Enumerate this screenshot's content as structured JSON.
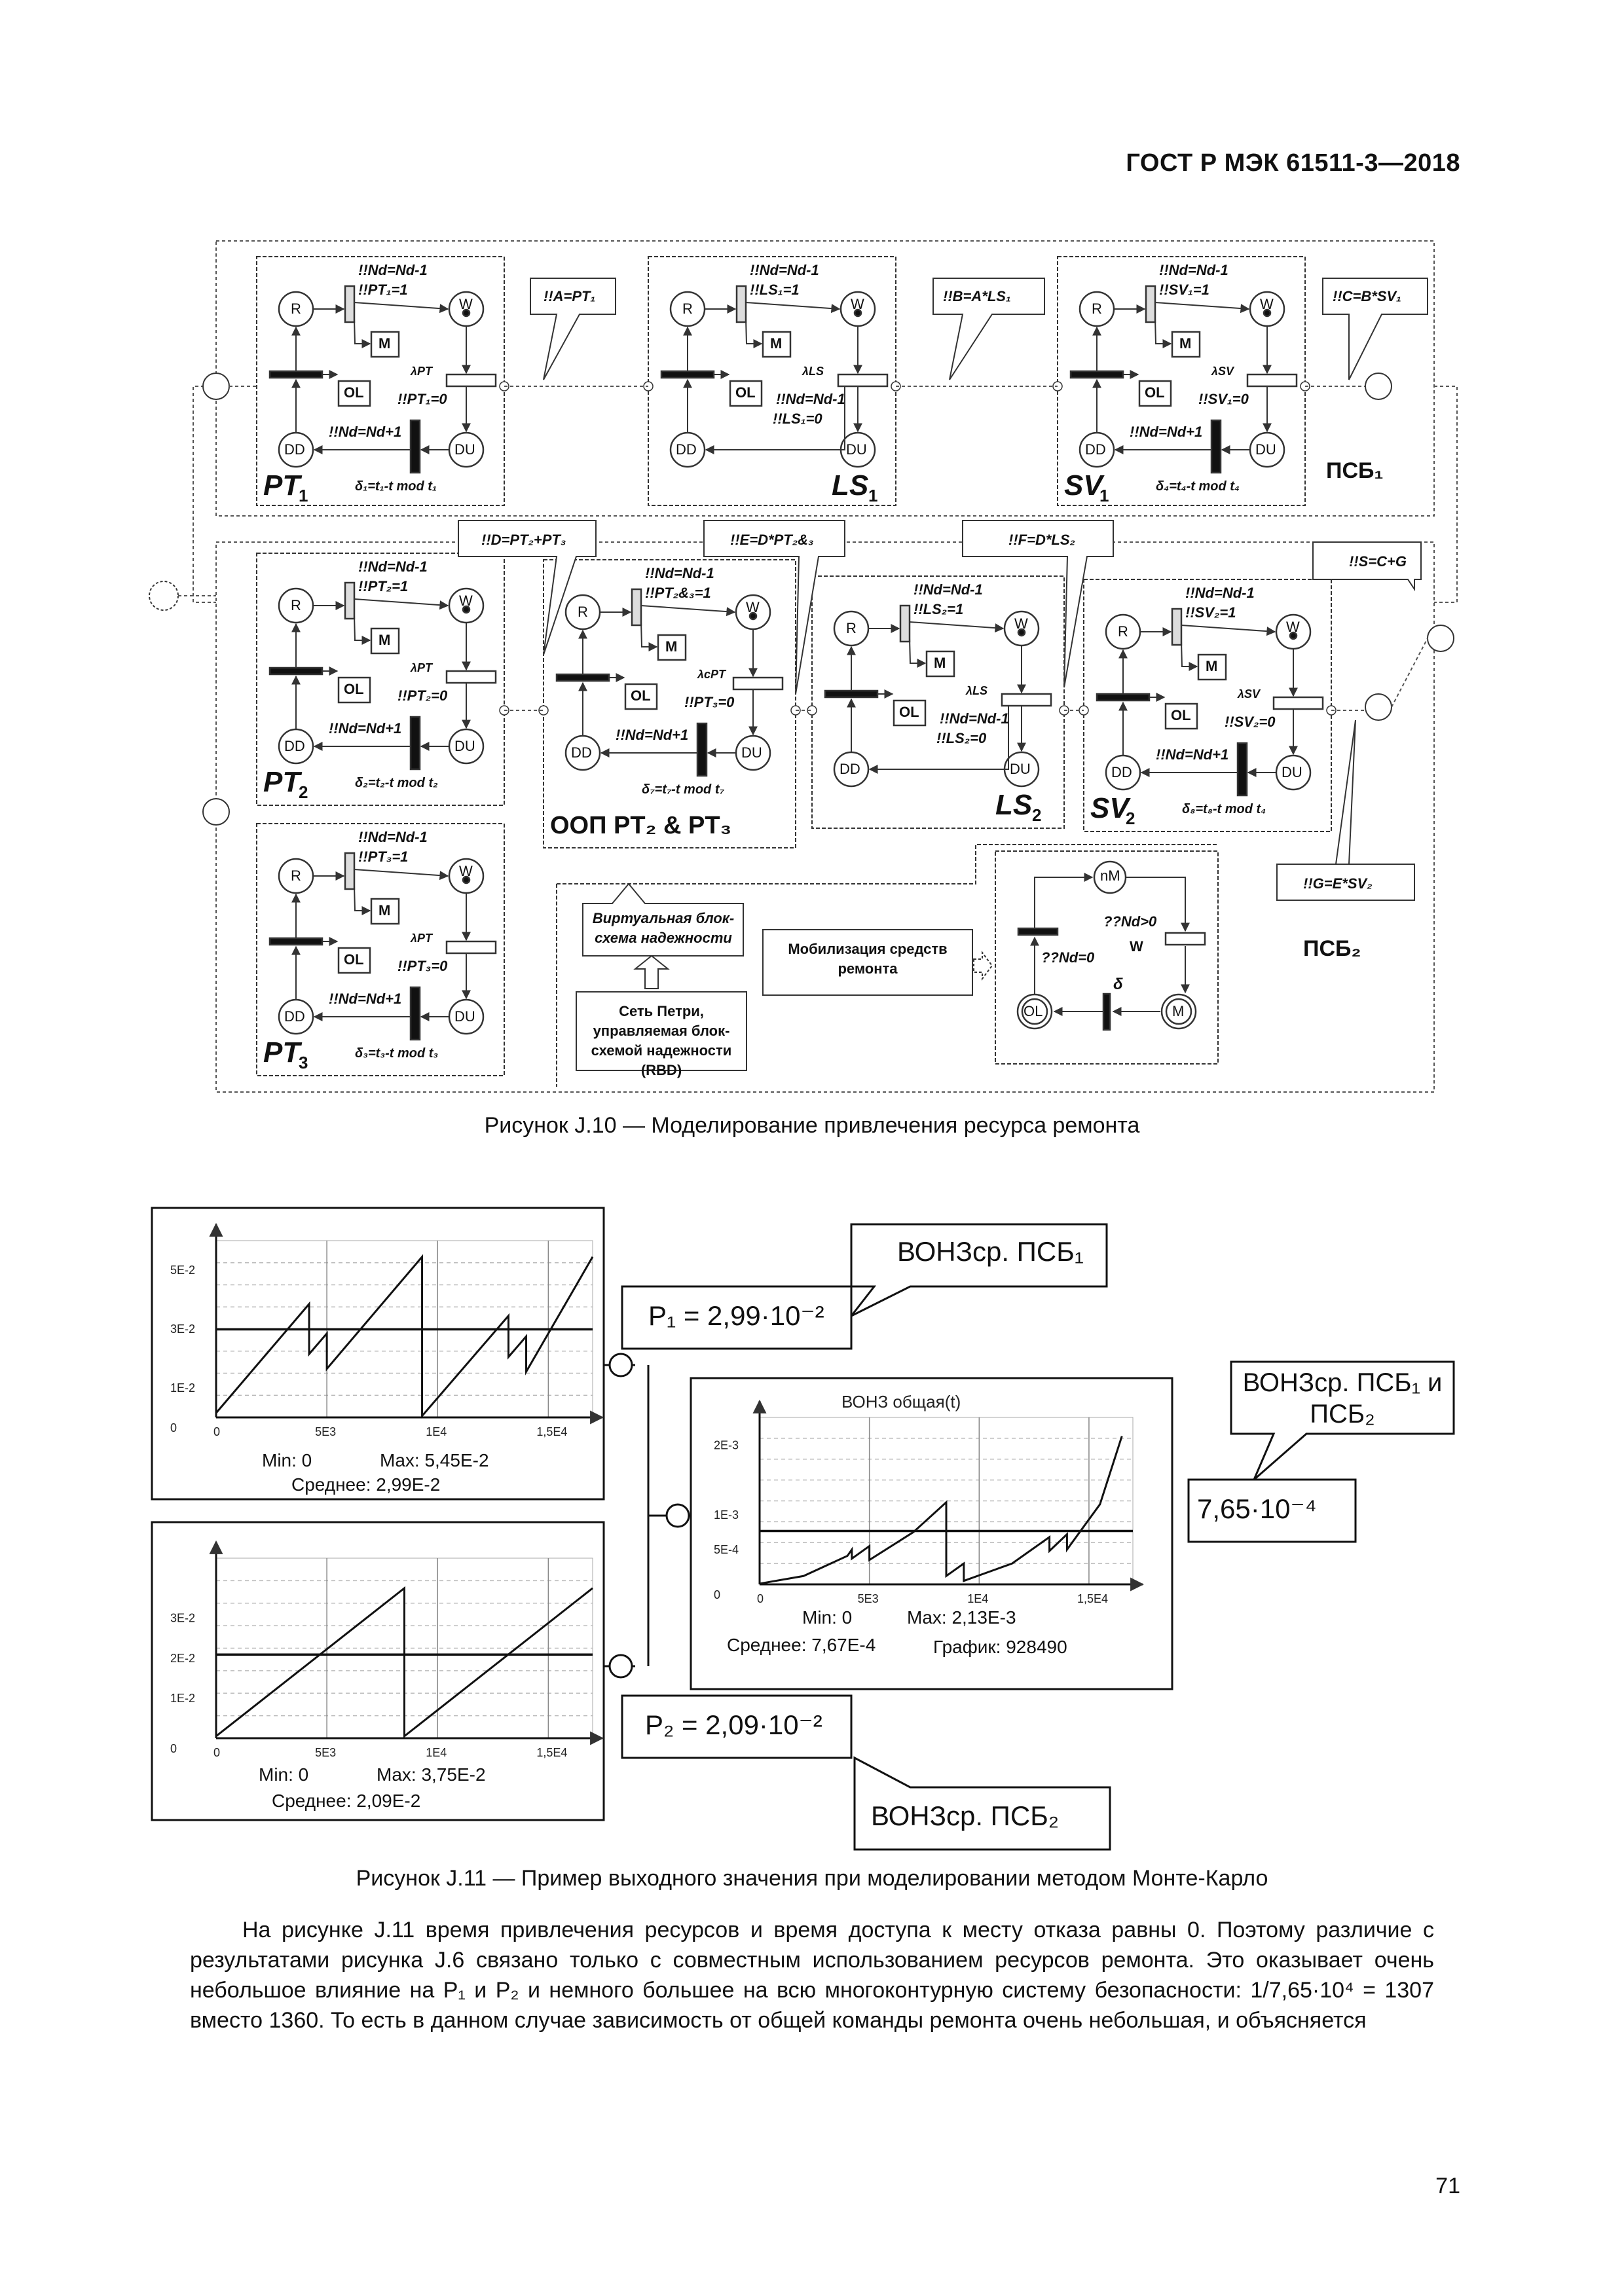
{
  "header": {
    "standard_code": "ГОСТ Р МЭК 61511-3—2018"
  },
  "figure_j10": {
    "caption": "Рисунок J.10 — Моделирование привлечения ресурса ремонта",
    "block_pt1": {
      "title_main": "PT",
      "title_sub": "1",
      "line1": "!!Nd=Nd-1",
      "line2": "!!PT₁=1",
      "lambda": "λPT",
      "line3": "!!PT₁=0",
      "line4": "!!Nd=Nd+1",
      "delta": "δ₁=t₁-t mod t₁"
    },
    "block_ls1": {
      "title_main": "LS",
      "title_sub": "1",
      "line1": "!!Nd=Nd-1",
      "line2": "!!LS₁=1",
      "lambda": "λLS",
      "line3": "!!Nd=Nd-1",
      "line4": "!!LS₁=0"
    },
    "block_sv1": {
      "title_main": "SV",
      "title_sub": "1",
      "line1": "!!Nd=Nd-1",
      "line2": "!!SV₁=1",
      "lambda": "λSV",
      "line3": "!!SV₁=0",
      "line4": "!!Nd=Nd+1",
      "delta": "δ₄=t₄-t mod t₄"
    },
    "block_pt2": {
      "title_main": "PT",
      "title_sub": "2",
      "line1": "!!Nd=Nd-1",
      "line2": "!!PT₂=1",
      "lambda": "λPT",
      "line3": "!!PT₂=0",
      "line4": "!!Nd=Nd+1",
      "delta": "δ₂=t₂-t mod t₂"
    },
    "block_pt3": {
      "title_main": "PT",
      "title_sub": "3",
      "line1": "!!Nd=Nd-1",
      "line2": "!!PT₃=1",
      "lambda": "λPT",
      "line3": "!!PT₃=0",
      "line4": "!!Nd=Nd+1",
      "delta": "δ₃=t₃-t mod t₃"
    },
    "block_oop": {
      "title": "ООП PT₂ & PT₃",
      "line1": "!!Nd=Nd-1",
      "line2": "!!PT₂&₃=1",
      "lambda": "λcPT",
      "line3": "!!PT₃=0",
      "line4": "!!Nd=Nd+1",
      "delta": "δ₇=t₇-t mod t₇"
    },
    "block_ls2": {
      "title_main": "LS",
      "title_sub": "2",
      "line1": "!!Nd=Nd-1",
      "line2": "!!LS₂=1",
      "lambda": "λLS",
      "line3": "!!Nd=Nd-1",
      "line4": "!!LS₂=0"
    },
    "block_sv2": {
      "title_main": "SV",
      "title_sub": "2",
      "line1": "!!Nd=Nd-1",
      "line2": "!!SV₂=1",
      "lambda": "λSV",
      "line3": "!!SV₂=0",
      "line4": "!!Nd=Nd+1",
      "delta": "δ₈=t₈-t mod t₄"
    },
    "places": {
      "r": "R",
      "w": "W",
      "m": "M",
      "ol": "OL",
      "dd": "DD",
      "du": "DU"
    },
    "callouts": {
      "a": "!!A=PT₁",
      "b": "!!B=A*LS₁",
      "c": "!!C=B*SV₁",
      "d": "!!D=PT₂+PT₃",
      "e": "!!E=D*PT₂&₃",
      "f": "!!F=D*LS₂",
      "s": "!!S=C+G",
      "g": "!!G=E*SV₂"
    },
    "group_labels": {
      "psb1": "ПСБ₁",
      "psb2": "ПСБ₂"
    },
    "legend": {
      "virtual": "Виртуальная блок-схема надежности",
      "petri": "Сеть Петри, управляемая блок-схемой надежности (RBD)",
      "mobilization": "Мобилизация средств ремонта"
    },
    "repair_net": {
      "nm": "nM",
      "cond1": "??Nd>0",
      "cond2": "??Nd=0",
      "w": "W",
      "delta": "δ",
      "ol": "OL",
      "m": "M"
    }
  },
  "figure_j11": {
    "caption": "Рисунок J.11 — Пример выходного значения при моделировании методом Монте-Карло",
    "callout_psb1": "ВОНЗср. ПСБ₁",
    "callout_p1": "P₁ = 2,99·10⁻²",
    "callout_psb2": "ВОНЗср. ПСБ₂",
    "callout_p2": "P₂ = 2,09·10⁻²",
    "callout_both": "ВОНЗср. ПСБ₁ и ПСБ₂",
    "callout_total": "7,65·10⁻⁴",
    "chart1_stats": {
      "min": "Min: 0",
      "max": "Max: 5,45E-2",
      "mean": "Среднее: 2,99E-2"
    },
    "chart2_stats": {
      "min": "Min: 0",
      "max": "Max: 3,75E-2",
      "mean": "Среднее: 2,09E-2"
    },
    "chart3_stats": {
      "min": "Min: 0",
      "max": "Max: 2,13E-3",
      "mean": "Среднее: 7,67E-4",
      "graph": "График: 928490"
    }
  },
  "chart_data": [
    {
      "type": "line",
      "title": "",
      "x_ticks": [
        "0",
        "5E3",
        "1E4",
        "1,5E4"
      ],
      "y_ticks": [
        "0",
        "1E-2",
        "3E-2",
        "5E-2"
      ],
      "xlim": [
        0,
        17000
      ],
      "ylim": [
        0,
        0.06
      ],
      "series": [
        {
          "x": [
            0,
            4200,
            4200,
            5000,
            5000,
            9300,
            9300,
            13200,
            13200,
            14000,
            14000,
            17000
          ],
          "y": [
            0.0015,
            0.0385,
            0.0215,
            0.0285,
            0.0165,
            0.0545,
            0.0005,
            0.0345,
            0.0205,
            0.0275,
            0.0155,
            0.0545
          ]
        },
        {
          "x": [
            0,
            17000
          ],
          "y": [
            0.0299,
            0.0299
          ]
        }
      ]
    },
    {
      "type": "line",
      "title": "",
      "x_ticks": [
        "0",
        "5E3",
        "1E4",
        "1,5E4"
      ],
      "y_ticks": [
        "0",
        "1E-2",
        "2E-2",
        "3E-2"
      ],
      "xlim": [
        0,
        17000
      ],
      "ylim": [
        0,
        0.045
      ],
      "series": [
        {
          "x": [
            0,
            8500,
            8500,
            17000
          ],
          "y": [
            0.0005,
            0.0375,
            0.0005,
            0.0375
          ]
        },
        {
          "x": [
            0,
            17000
          ],
          "y": [
            0.0209,
            0.0209
          ]
        }
      ]
    },
    {
      "type": "line",
      "title": "ВОНЗ общая(t)",
      "x_ticks": [
        "0",
        "5E3",
        "1E4",
        "1,5E4"
      ],
      "y_ticks": [
        "0",
        "5E-4",
        "1E-3",
        "2E-3"
      ],
      "xlim": [
        0,
        17000
      ],
      "ylim": [
        0,
        0.0024
      ],
      "series": [
        {
          "x": [
            0,
            2000,
            4000,
            4200,
            4200,
            5000,
            5000,
            7000,
            8500,
            8500,
            9300,
            9300,
            11500,
            13200,
            13200,
            14000,
            14000,
            15500,
            16500
          ],
          "y": [
            1e-05,
            0.00012,
            0.00041,
            0.0005,
            0.00037,
            0.00055,
            0.00035,
            0.00075,
            0.00118,
            0.00012,
            0.0003,
            5e-05,
            0.0003,
            0.00068,
            0.00048,
            0.00072,
            0.0005,
            0.00115,
            0.00213
          ]
        },
        {
          "x": [
            0,
            17000
          ],
          "y": [
            0.000767,
            0.000767
          ]
        }
      ]
    }
  ],
  "body": {
    "paragraph": "На рисунке J.11 время привлечения ресурсов и время доступа к месту отказа равны 0. Поэтому различие с результатами рисунка J.6 связано только с совместным использованием ресурсов ремонта. Это оказывает очень небольшое влияние на P₁ и P₂ и немного большее на всю многоконтурную систему безопасности: 1/7,65·10⁴ = 1307 вместо 1360. То есть в данном случае зависимость от общей команды ремонта очень небольшая, и объясняется"
  },
  "page_number": "71"
}
